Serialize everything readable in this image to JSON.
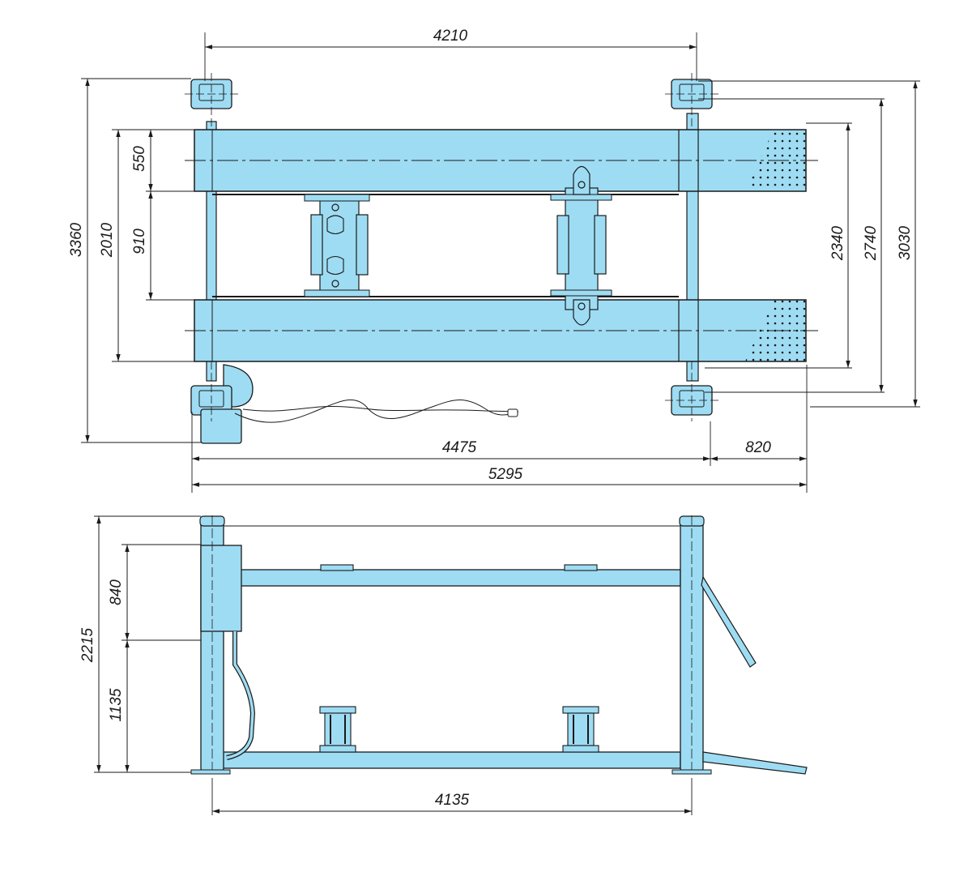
{
  "colors": {
    "body_fill": "#9edcf3",
    "line": "#1a1a1a",
    "background": "#ffffff"
  },
  "top_view": {
    "dims": {
      "overall_column_width": "4210",
      "overall_depth": "3360",
      "runway_spacing_outer": "2010",
      "runway_width": "550",
      "runway_gap": "910",
      "right_depth_inner": "2340",
      "right_depth_mid": "2740",
      "right_depth_outer": "3030",
      "length_main": "4475",
      "length_ramp": "820",
      "length_total": "5295"
    }
  },
  "side_view": {
    "dims": {
      "height_total": "2215",
      "height_upper": "840",
      "height_lower": "1135",
      "width_base": "4135"
    }
  }
}
